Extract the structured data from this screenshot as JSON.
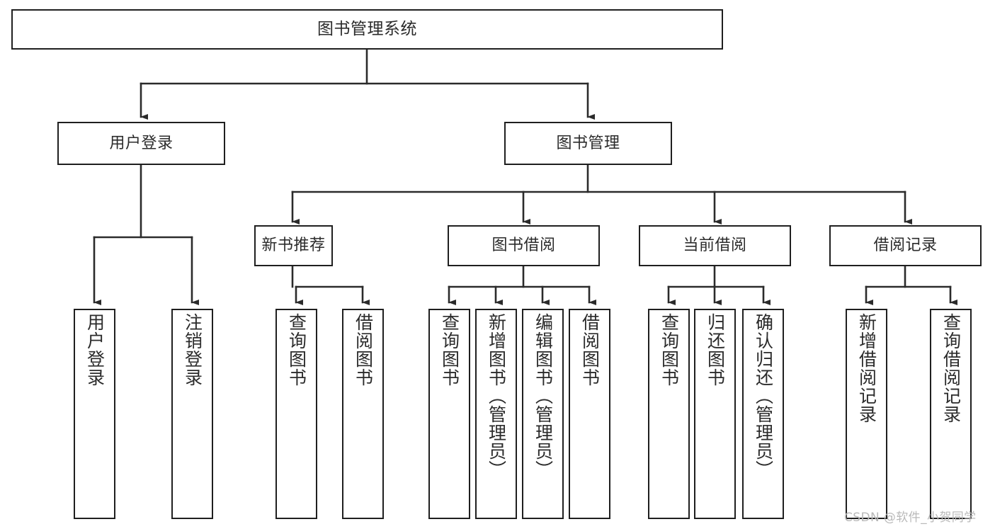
{
  "diagram": {
    "title": "图书管理系统",
    "type": "tree",
    "style": {
      "box_border_color": "#1f1f1f",
      "box_fill_color": "#ffffff",
      "connector_color": "#2b2b2b",
      "text_color": "#2b2b2b",
      "background_color": "#ffffff"
    },
    "root": {
      "label": "图书管理系统"
    },
    "level1": [
      {
        "label": "用户登录"
      },
      {
        "label": "图书管理"
      }
    ],
    "level2": [
      {
        "label": "新书推荐"
      },
      {
        "label": "图书借阅"
      },
      {
        "label": "当前借阅"
      },
      {
        "label": "借阅记录"
      }
    ],
    "leaves": {
      "user_login": [
        {
          "label": "用户登录"
        },
        {
          "label": "注销登录"
        }
      ],
      "new_book_recommend": [
        {
          "label": "查询图书"
        },
        {
          "label": "借阅图书"
        }
      ],
      "book_borrow": [
        {
          "label": "查询图书"
        },
        {
          "label": "新增图书（管理员）"
        },
        {
          "label": "编辑图书（管理员）"
        },
        {
          "label": "借阅图书"
        }
      ],
      "current_borrow": [
        {
          "label": "查询图书"
        },
        {
          "label": "归还图书"
        },
        {
          "label": "确认归还（管理员）"
        }
      ],
      "borrow_record": [
        {
          "label": "新增借阅记录"
        },
        {
          "label": "查询借阅记录"
        }
      ]
    }
  },
  "watermark": {
    "text": "CSDN @软件_小贺同学"
  }
}
